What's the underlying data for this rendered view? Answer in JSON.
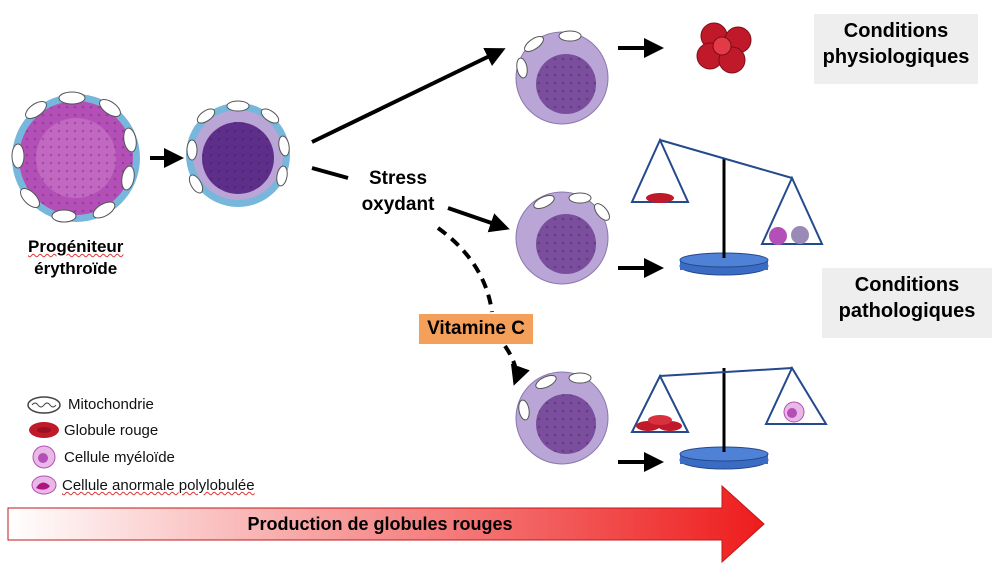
{
  "cells": {
    "progenitor_label_1": "Progéniteur",
    "progenitor_label_2": "érythroïde"
  },
  "conditions": {
    "physiological_1": "Conditions",
    "physiological_2": "physiologiques",
    "pathological_1": "Conditions",
    "pathological_2": "pathologiques"
  },
  "stress": {
    "line1": "Stress",
    "line2": "oxydant"
  },
  "vitamin": {
    "label": "Vitamine C"
  },
  "legend": {
    "mitochondria": "Mitochondrie",
    "red_cell": "Globule rouge",
    "myeloid_cell": "Cellule myéloïde",
    "abnormal_cell": "Cellule anormale polylobulée"
  },
  "production": {
    "label": "Production de globules rouges"
  },
  "colors": {
    "membrane": "#b9a6d6",
    "nucleus": "#7a4e9c",
    "progenitor": "#b44fb8",
    "red_cell": "#c0192a",
    "scale_base": "#3b6cc4",
    "vitamin_bg": "#f4a05a",
    "arrow_red": "#ee1c1c"
  }
}
